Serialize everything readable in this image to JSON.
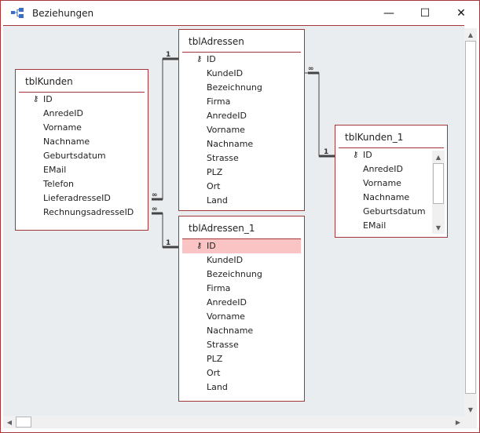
{
  "window": {
    "title": "Beziehungen",
    "icon": "relationships-icon",
    "minimize": "—",
    "maximize": "☐",
    "close": "✕"
  },
  "accent": "#a4373a",
  "tables": [
    {
      "name": "tblKunden",
      "fields": [
        "ID",
        "AnredeID",
        "Vorname",
        "Nachname",
        "Geburtsdatum",
        "EMail",
        "Telefon",
        "LieferadresseID",
        "RechnungsadresseID"
      ]
    },
    {
      "name": "tblAdressen",
      "fields": [
        "ID",
        "KundeID",
        "Bezeichnung",
        "Firma",
        "AnredeID",
        "Vorname",
        "Nachname",
        "Strasse",
        "PLZ",
        "Ort",
        "Land"
      ]
    },
    {
      "name": "tblAdressen_1",
      "fields": [
        "ID",
        "KundeID",
        "Bezeichnung",
        "Firma",
        "AnredeID",
        "Vorname",
        "Nachname",
        "Strasse",
        "PLZ",
        "Ort",
        "Land"
      ],
      "selected": "ID"
    },
    {
      "name": "tblKunden_1",
      "fields": [
        "ID",
        "AnredeID",
        "Vorname",
        "Nachname",
        "Geburtsdatum",
        "EMail"
      ]
    }
  ],
  "relationships": [
    {
      "from": "tblKunden.LieferadresseID",
      "to": "tblAdressen.ID",
      "from_card": "∞",
      "to_card": "1"
    },
    {
      "from": "tblKunden.RechnungsadresseID",
      "to": "tblAdressen_1.ID",
      "from_card": "∞",
      "to_card": "1"
    },
    {
      "from": "tblAdressen.KundeID",
      "to": "tblKunden_1.ID",
      "from_card": "∞",
      "to_card": "1"
    }
  ]
}
